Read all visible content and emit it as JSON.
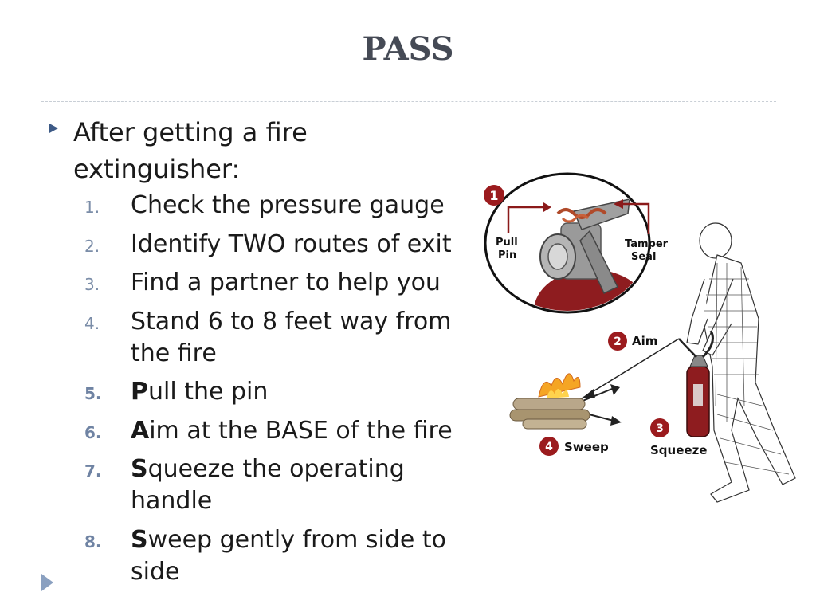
{
  "title": "PASS",
  "intro": "After getting a fire extinguisher:",
  "steps": [
    {
      "num": "1.",
      "lead": "",
      "rest": "Check the pressure gauge",
      "bold_num": false
    },
    {
      "num": "2.",
      "lead": "",
      "rest": "Identify TWO routes of exit",
      "bold_num": false
    },
    {
      "num": "3.",
      "lead": "",
      "rest": "Find a partner to help you",
      "bold_num": false
    },
    {
      "num": "4.",
      "lead": "",
      "rest": "Stand 6 to 8 feet way from the fire",
      "bold_num": false
    },
    {
      "num": "5.",
      "lead": "P",
      "rest": "ull the pin",
      "bold_num": true
    },
    {
      "num": "6.",
      "lead": "A",
      "rest": "im at the BASE of the fire",
      "bold_num": true
    },
    {
      "num": "7.",
      "lead": "S",
      "rest": "queeze the operating handle",
      "bold_num": true
    },
    {
      "num": "8.",
      "lead": "S",
      "rest": "weep gently from side to side",
      "bold_num": true
    }
  ],
  "illustration": {
    "callouts": [
      {
        "num": "1",
        "label": ""
      },
      {
        "num": "2",
        "label": "Aim"
      },
      {
        "num": "3",
        "label": "Squeeze"
      },
      {
        "num": "4",
        "label": "Sweep"
      }
    ],
    "pull_pin_label": "Pull Pin",
    "pull_pin_lines": [
      "Pull",
      "Pin"
    ],
    "tamper_seal_lines": [
      "Tamper",
      "Seal"
    ],
    "extinguisher_color": "#8e1c1f",
    "badge_color": "#9b1b1e"
  },
  "colors": {
    "title": "#454a55",
    "bullet": "#3d5a86",
    "number": "#7b8da8",
    "rule": "#c9cfd6"
  }
}
